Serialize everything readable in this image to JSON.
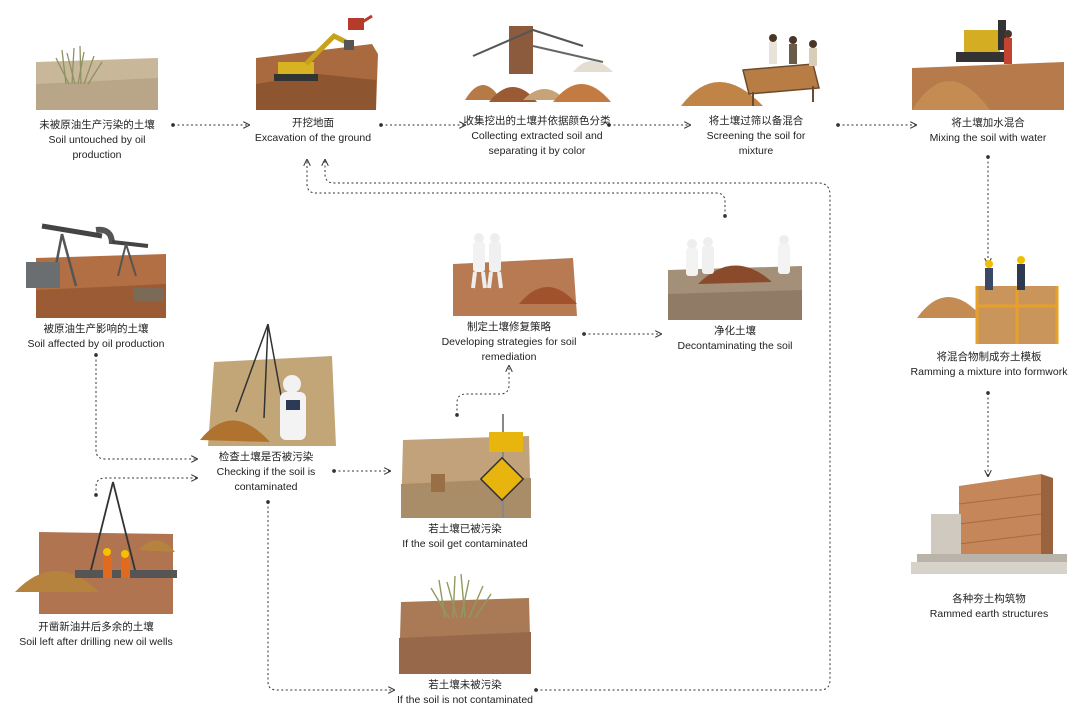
{
  "nodes": {
    "untouched": {
      "zh": "未被原油生产污染的土壤",
      "en": "Soil untouched by oil production"
    },
    "excavation": {
      "zh": "开挖地面",
      "en": "Excavation of the ground"
    },
    "collecting": {
      "zh": "收集挖出的土壤并依据颜色分类",
      "en": "Collecting extracted soil and separating it by color"
    },
    "screening": {
      "zh": "将土壤过筛以备混合",
      "en": "Screening the soil for mixture"
    },
    "mixing": {
      "zh": "将土壤加水混合",
      "en": "Mixing the soil with water"
    },
    "affected": {
      "zh": "被原油生产影响的土壤",
      "en": "Soil affected by oil production"
    },
    "strategies": {
      "zh": "制定土壤修复策略",
      "en": "Developing strategies for soil remediation"
    },
    "decontaminating": {
      "zh": "净化土壤",
      "en": "Decontaminating the soil"
    },
    "ramming": {
      "zh": "将混合物制成夯土模板",
      "en": "Ramming a mixture into formwork"
    },
    "checking": {
      "zh": "检查土壤是否被污染",
      "en": "Checking if the soil is contaminated"
    },
    "contaminated": {
      "zh": "若土壤已被污染",
      "en": "If the soil get contaminated"
    },
    "drilling": {
      "zh": "开凿新油井后多余的土壤",
      "en": "Soil left after drilling new oil wells"
    },
    "structures": {
      "zh": "各种夯土构筑物",
      "en": "Rammed earth structures"
    },
    "not_contaminated": {
      "zh": "若土壤未被污染",
      "en": "If the soil is not contaminated"
    }
  },
  "colors": {
    "soil": "#b8713f",
    "soil_dark": "#8a5230",
    "sand": "#c9b79a",
    "grass": "#a7a473",
    "line": "#333333",
    "sign": "#e8b40e",
    "suit": "#f2f2f2"
  }
}
